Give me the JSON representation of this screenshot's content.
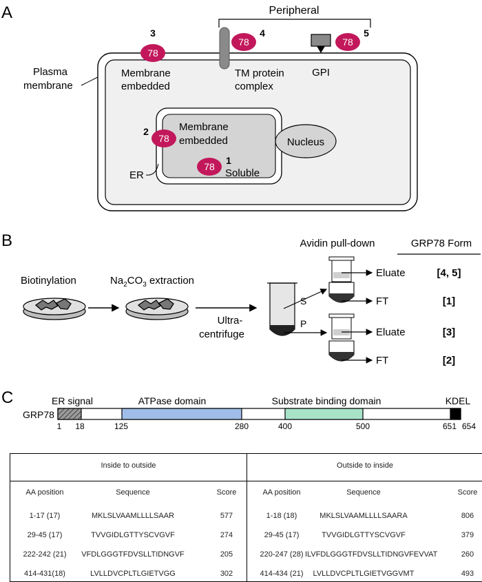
{
  "colors": {
    "grp78": "#c2185b",
    "cell_fill": "#f0f0f0",
    "er_fill": "#d4d4d4",
    "atpase": "#9fbde8",
    "substrate": "#a8e3c8"
  },
  "panelA": {
    "label": "A",
    "peripheral": "Peripheral",
    "plasma_membrane": [
      "Plasma",
      "membrane"
    ],
    "membrane_embedded_pm": [
      "Membrane",
      "embedded"
    ],
    "tm_complex": [
      "TM protein",
      "complex"
    ],
    "gpi": "GPI",
    "membrane_embedded_er": [
      "Membrane",
      "embedded"
    ],
    "nucleus": "Nucleus",
    "er": "ER",
    "soluble": "Soluble",
    "protein_label": "78",
    "numbers": [
      "1",
      "2",
      "3",
      "4",
      "5"
    ]
  },
  "panelB": {
    "label": "B",
    "biotinylation": "Biotinylation",
    "extraction_main": "Na",
    "extraction_sub": "2",
    "extraction_main2": "CO",
    "extraction_sub2": "3",
    "extraction_rest": " extraction",
    "ultracentrifuge": [
      "Ultra-",
      "centrifuge"
    ],
    "supernatant": "S",
    "pellet": "P",
    "avidin": "Avidin pull-down",
    "grp78_form": "GRP78 Form",
    "rows": [
      {
        "fraction": "Eluate",
        "form": "[4, 5]"
      },
      {
        "fraction": "FT",
        "form": "[1]"
      },
      {
        "fraction": "Eluate",
        "form": "[3]"
      },
      {
        "fraction": "FT",
        "form": "[2]"
      }
    ]
  },
  "panelC": {
    "label": "C",
    "protein": "GRP78",
    "er_signal": "ER signal",
    "atpase": "ATPase domain",
    "substrate": "Substrate binding domain",
    "kdel": "KDEL",
    "positions": [
      "1",
      "18",
      "125",
      "280",
      "400",
      "500",
      "651",
      "654"
    ]
  },
  "table": {
    "inside_to_outside": {
      "title": "Inside to outside",
      "headers": [
        "AA position",
        "Sequence",
        "Score"
      ],
      "rows": [
        [
          "1-17 (17)",
          "MKLSLVAAMLLLLSAAR",
          "577"
        ],
        [
          "29-45 (17)",
          "TVVGIDLGTTYSCVGVF",
          "274"
        ],
        [
          "222-242 (21)",
          "VFDLGGGTFDVSLLTIDNGVF",
          "205"
        ],
        [
          "414-431(18)",
          "LVLLDVCPLTLGIETVGG",
          "302"
        ]
      ]
    },
    "outside_to_inside": {
      "title": "Outside to inside",
      "headers": [
        "AA position",
        "Sequence",
        "Score"
      ],
      "rows": [
        [
          "1-18 (18)",
          "MKLSLVAAMLLLLSAARA",
          "806"
        ],
        [
          "29-45 (17)",
          "TVVGIDLGTTYSCVGVF",
          "379"
        ],
        [
          "220-247 (28)",
          "ILVFDLGGGTFDVSLLTIDNGVFEVVAT",
          "260"
        ],
        [
          "414-434 (21)",
          "LVLLDVCPLTLGIETVGGVMT",
          "493"
        ]
      ]
    }
  }
}
